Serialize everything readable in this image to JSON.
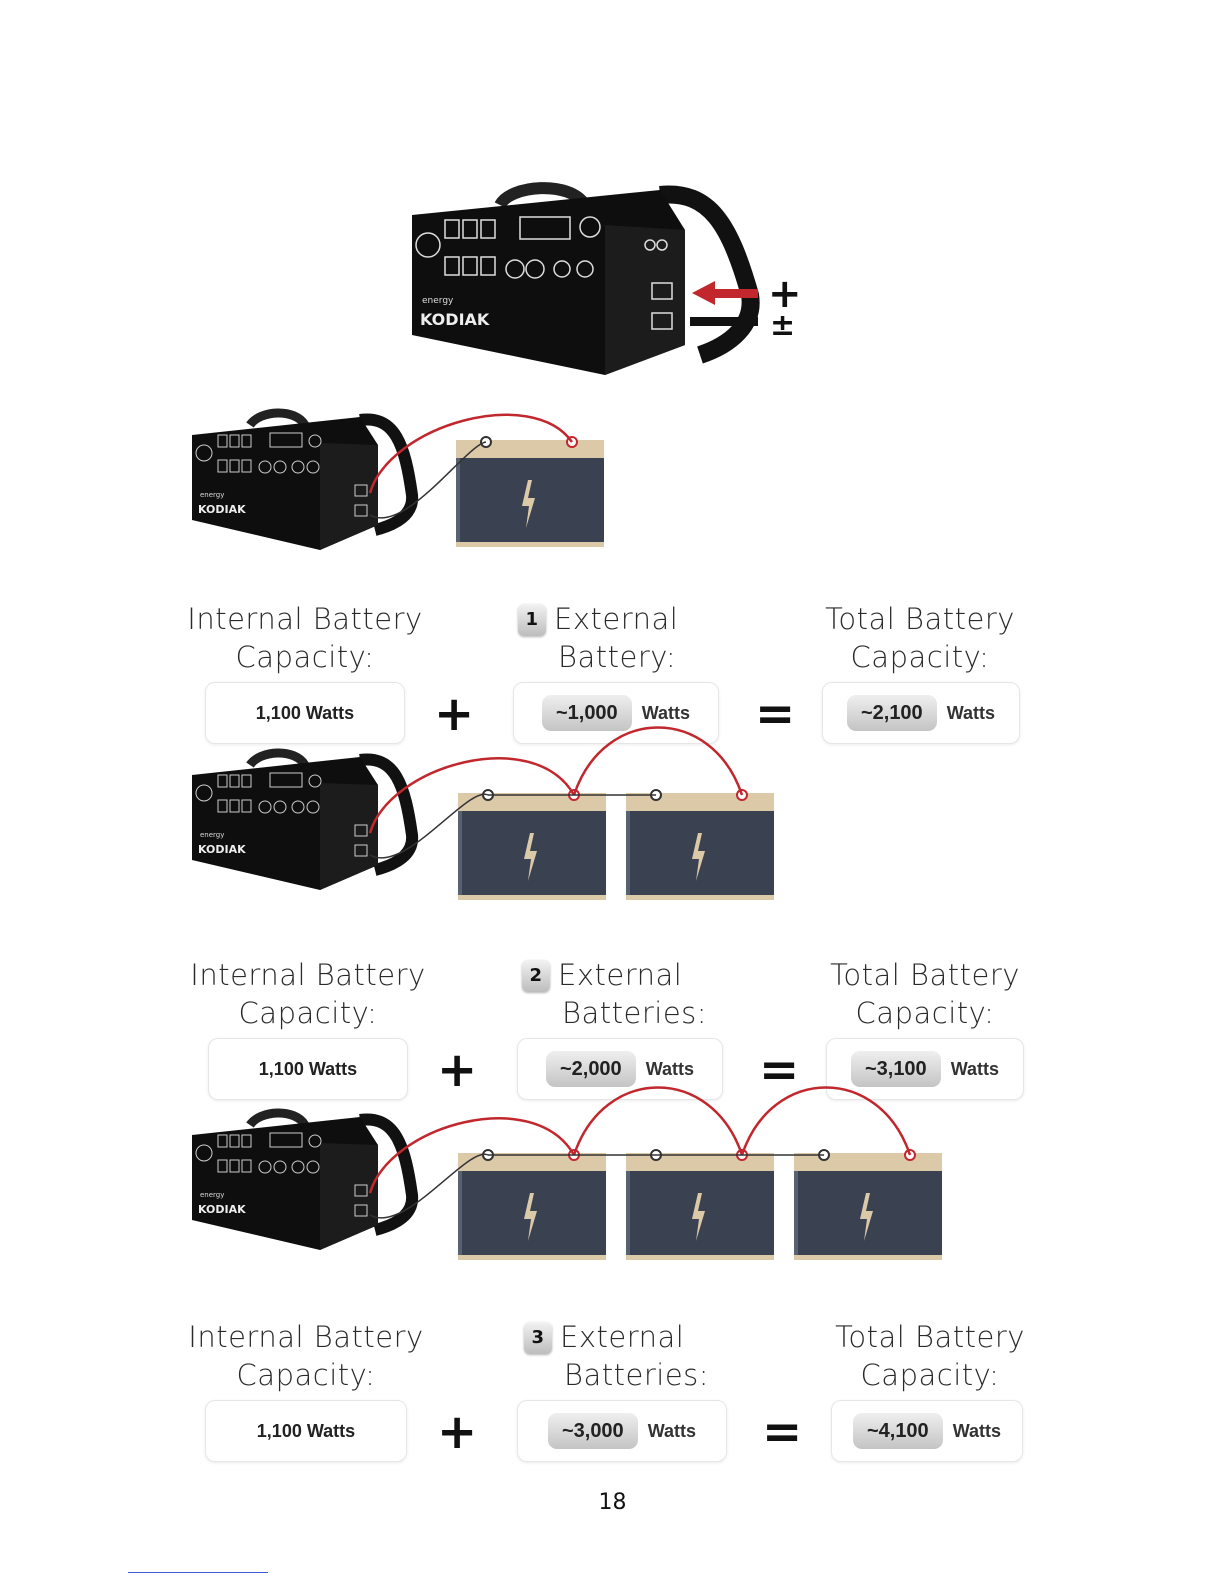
{
  "device": {
    "brand_small": "energy",
    "brand_name": "KODIAK"
  },
  "top_diagram": {
    "plus_sign": "+",
    "minus_sign": "±"
  },
  "configs": [
    {
      "count": "1",
      "internal_label": [
        "Internal Battery",
        "Capacity:"
      ],
      "external_label": [
        "External",
        "Battery:"
      ],
      "total_label": [
        "Total Battery",
        "Capacity:"
      ],
      "internal_value": "1,100 Watts",
      "external_value": "~1,000",
      "total_value": "~2,100",
      "unit": "Watts",
      "plus": "+",
      "equals": "="
    },
    {
      "count": "2",
      "internal_label": [
        "Internal Battery",
        "Capacity:"
      ],
      "external_label": [
        "External",
        "Batteries:"
      ],
      "total_label": [
        "Total Battery",
        "Capacity:"
      ],
      "internal_value": "1,100 Watts",
      "external_value": "~2,000",
      "total_value": "~3,100",
      "unit": "Watts",
      "plus": "+",
      "equals": "="
    },
    {
      "count": "3",
      "internal_label": [
        "Internal Battery",
        "Capacity:"
      ],
      "external_label": [
        "External",
        "Batteries:"
      ],
      "total_label": [
        "Total Battery",
        "Capacity:"
      ],
      "internal_value": "1,100 Watts",
      "external_value": "~3,000",
      "total_value": "~4,100",
      "unit": "Watts",
      "plus": "+",
      "equals": "="
    }
  ],
  "page_number": "18",
  "colors": {
    "wire_red": "#c1272d",
    "battery_body": "#3a4150",
    "battery_top": "#dcc9a8",
    "device_body": "#0e0e0e"
  }
}
